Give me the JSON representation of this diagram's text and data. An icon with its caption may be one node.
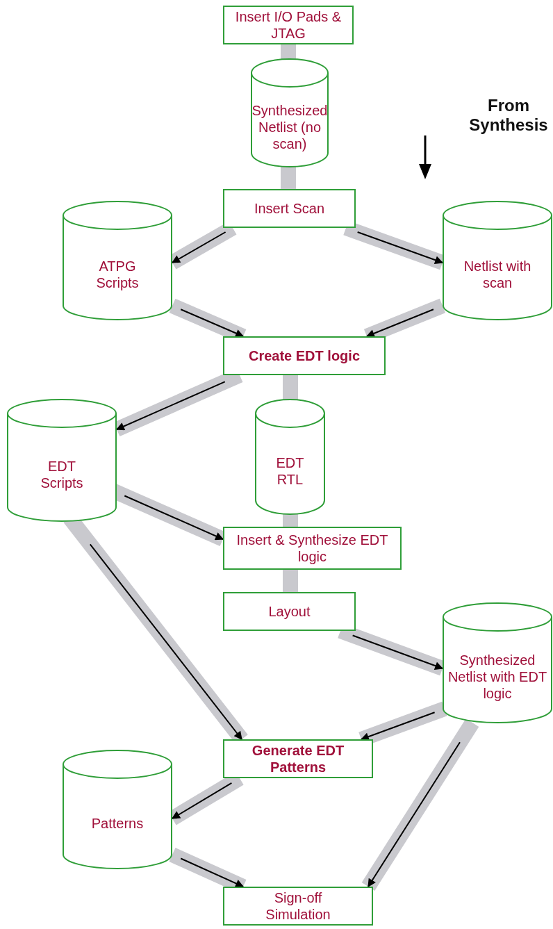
{
  "diagram": {
    "nodes": [
      {
        "text": [
          "Insert I/O Pads & JTAG"
        ]
      },
      {
        "text": [
          "Synthesized Netlist (no scan)"
        ]
      },
      {
        "text": [
          "Insert Scan"
        ]
      },
      {
        "text": [
          "ATPG Scripts"
        ]
      },
      {
        "text": [
          "Netlist with scan"
        ]
      },
      {
        "text": [
          "Create EDT logic"
        ]
      },
      {
        "text": [
          "EDT Scripts"
        ]
      },
      {
        "text": [
          "EDT RTL"
        ]
      },
      {
        "text": [
          "Insert & Synthesize EDT logic"
        ]
      },
      {
        "text": [
          "Layout"
        ]
      },
      {
        "text": [
          "Synthesized Netlist with EDT logic"
        ]
      },
      {
        "text": [
          "Generate EDT Patterns"
        ]
      },
      {
        "text": [
          "Patterns"
        ]
      },
      {
        "text": [
          "Sign-off Simulation"
        ]
      }
    ],
    "edges": [
      {
        "from": 0,
        "to": 1,
        "arrow": "none"
      },
      {
        "from": 1,
        "to": 2,
        "arrow": "none"
      },
      {
        "from": 2,
        "to": 3,
        "arrow": "to"
      },
      {
        "from": 2,
        "to": 4,
        "arrow": "to"
      },
      {
        "from": 3,
        "to": 5,
        "arrow": "to"
      },
      {
        "from": 4,
        "to": 5,
        "arrow": "to"
      },
      {
        "from": 5,
        "to": 6,
        "arrow": "to"
      },
      {
        "from": 5,
        "to": 7,
        "arrow": "none"
      },
      {
        "from": 7,
        "to": 8,
        "arrow": "none"
      },
      {
        "from": 6,
        "to": 8,
        "arrow": "to"
      },
      {
        "from": 6,
        "to": 11,
        "arrow": "to"
      },
      {
        "from": 8,
        "to": 9,
        "arrow": "none"
      },
      {
        "from": 9,
        "to": 10,
        "arrow": "to"
      },
      {
        "from": 10,
        "to": 11,
        "arrow": "to"
      },
      {
        "from": 11,
        "to": 12,
        "arrow": "to"
      },
      {
        "from": 10,
        "to": 13,
        "arrow": "to"
      },
      {
        "from": 12,
        "to": 13,
        "arrow": "to"
      }
    ],
    "labels": [
      "From Synthesis"
    ]
  }
}
